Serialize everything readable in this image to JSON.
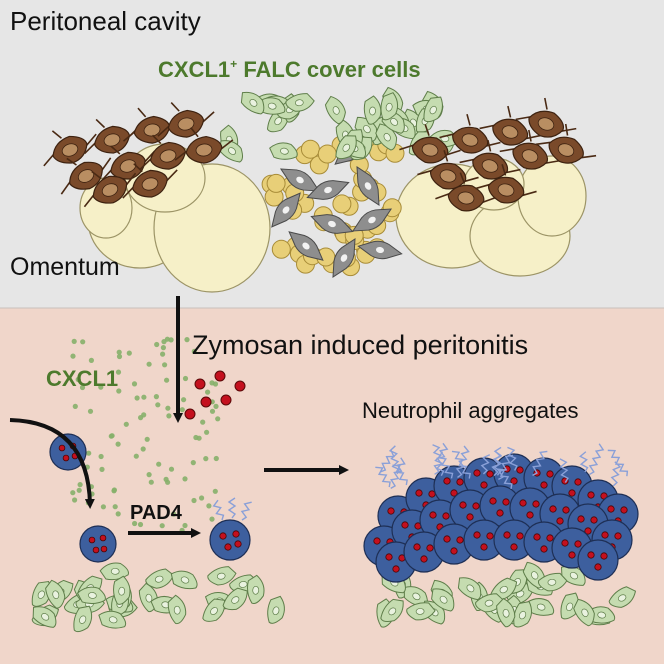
{
  "labels": {
    "peritoneal_cavity": "Peritoneal cavity",
    "cover_cells_prefix": "CXCL1",
    "cover_cells_sup": "+",
    "cover_cells_suffix": " FALC cover cells",
    "omentum": "Omentum",
    "zymosan": "Zymosan induced peritonitis",
    "cxcl1": "CXCL1",
    "pad4": "PAD4",
    "neutrophil_aggregates": "Neutrophil aggregates"
  },
  "colors": {
    "top_background": "#e6e6e6",
    "bottom_background": "#f0d6ca",
    "label_green": "#4d7a2d",
    "stromal_cell": "#7a4a2a",
    "adipocyte": "#f6f0c8",
    "lymphoid_cell": "#e8cf78",
    "neutrophil": "#3d5f9e",
    "granule": "#c4101e",
    "cover_cell": "#c5dcb0"
  },
  "icons": {
    "brown_cells": "stromal-cell-icon",
    "fat_cells": "adipocyte-icon",
    "small_cells": "lymphoid-cell-icon",
    "grey_cells": "gray-cell-icon",
    "neutrophil": "neutrophil-icon",
    "net": "extracellular-trap-icon",
    "cover_cell": "cover-cell-icon"
  }
}
